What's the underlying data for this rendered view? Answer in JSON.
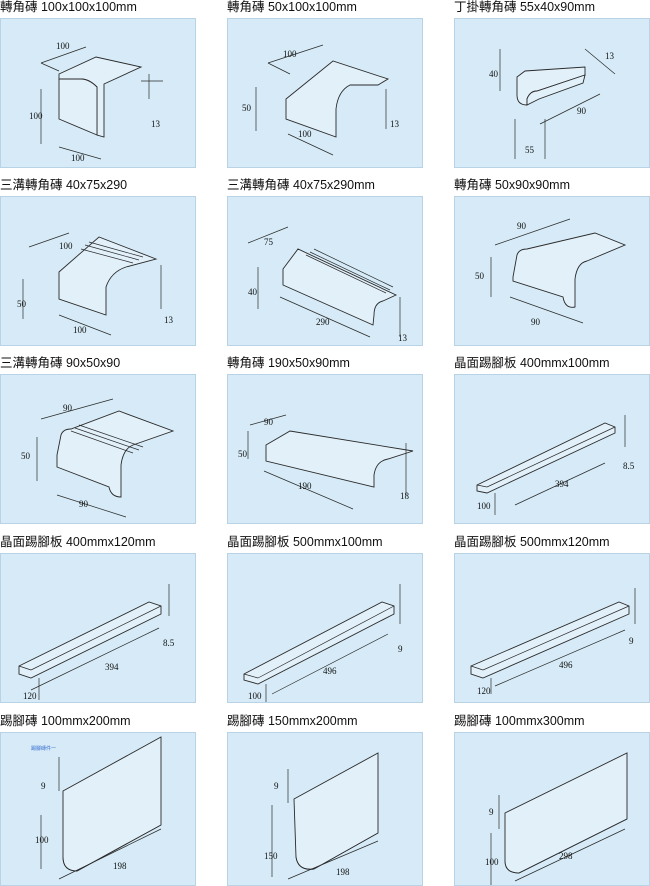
{
  "tiles": [
    {
      "title": "轉角磚  100x100x100mm",
      "dims": [
        "100",
        "100",
        "13",
        "100"
      ]
    },
    {
      "title": "轉角磚  50x100x100mm",
      "dims": [
        "100",
        "50",
        "13",
        "100"
      ]
    },
    {
      "title": "丁掛轉角磚  55x40x90mm",
      "dims": [
        "40",
        "13",
        "90",
        "55"
      ]
    },
    {
      "title": "三溝轉角磚  40x75x290",
      "dims": [
        "100",
        "50",
        "13",
        "100"
      ]
    },
    {
      "title": "三溝轉角磚  40x75x290mm",
      "dims": [
        "75",
        "40",
        "290",
        "13"
      ]
    },
    {
      "title": "轉角磚  50x90x90mm",
      "dims": [
        "90",
        "50",
        "90"
      ]
    },
    {
      "title": "三溝轉角磚  90x50x90",
      "dims": [
        "90",
        "50",
        "90"
      ]
    },
    {
      "title": "轉角磚  190x50x90mm",
      "dims": [
        "90",
        "50",
        "190",
        "18"
      ]
    },
    {
      "title": "晶面踢腳板  400mmx100mm",
      "dims": [
        "8.5",
        "394",
        "100"
      ]
    },
    {
      "title": "晶面踢腳板  400mmx120mm",
      "dims": [
        "8.5",
        "394",
        "120"
      ]
    },
    {
      "title": "晶面踢腳板  500mmx100mm",
      "dims": [
        "9",
        "496",
        "100"
      ]
    },
    {
      "title": "晶面踢腳板  500mmx120mm",
      "dims": [
        "9",
        "496",
        "120"
      ]
    },
    {
      "title": "踢腳磚  100mmx200mm",
      "dims": [
        "9",
        "100",
        "198"
      ],
      "note": "踢腳磚件一"
    },
    {
      "title": "踢腳磚  150mmx200mm",
      "dims": [
        "9",
        "150",
        "198"
      ]
    },
    {
      "title": "踢腳磚  100mmx300mm",
      "dims": [
        "9",
        "100",
        "298"
      ]
    }
  ]
}
